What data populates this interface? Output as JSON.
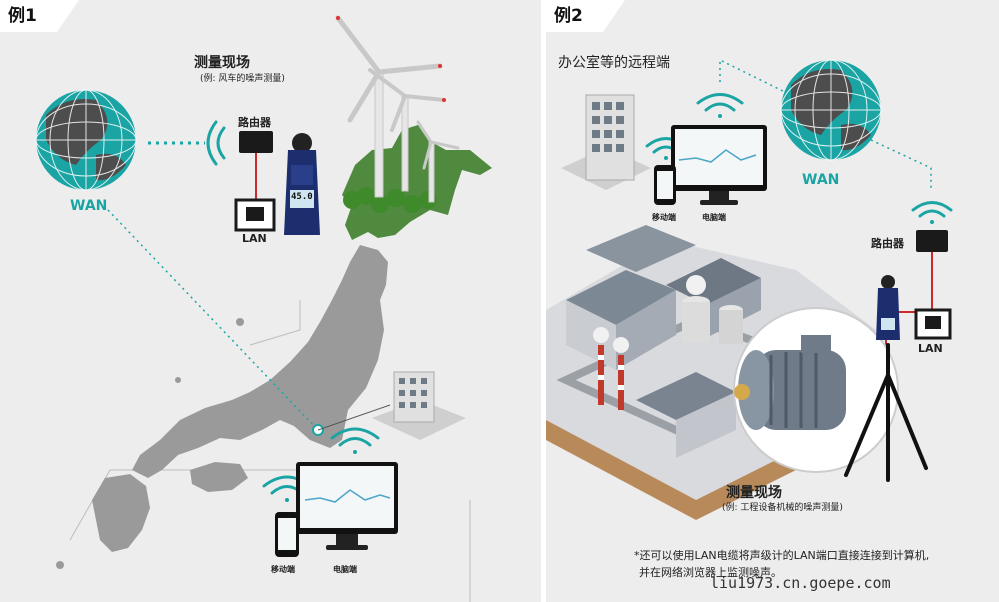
{
  "example1": {
    "tag": "例1",
    "site_title": "测量现场",
    "site_sub": "(例: 风车的噪声测量)",
    "wan": "WAN",
    "router": "路由器",
    "lan": "LAN",
    "meter_reading": "45.0",
    "mobile": "移动端",
    "pc": "电脑端"
  },
  "example2": {
    "tag": "例2",
    "office_title": "办公室等的远程端",
    "wan": "WAN",
    "router": "路由器",
    "lan": "LAN",
    "mobile": "移动端",
    "pc": "电脑端",
    "site_title": "测量现场",
    "site_sub": "(例: 工程设备机械的噪声测量)",
    "note_line1": "*还可以使用LAN电缆将声级计的LAN端口直接连接到计算机,",
    "note_line2": "并在网络浏览器上监测噪声。"
  },
  "watermark": "liu1973.cn.goepe.com",
  "colors": {
    "teal": "#1aa4a4",
    "router_red": "#cc2a2a",
    "map_gray": "#9a9a9a",
    "panel_bg": "#ededed"
  }
}
